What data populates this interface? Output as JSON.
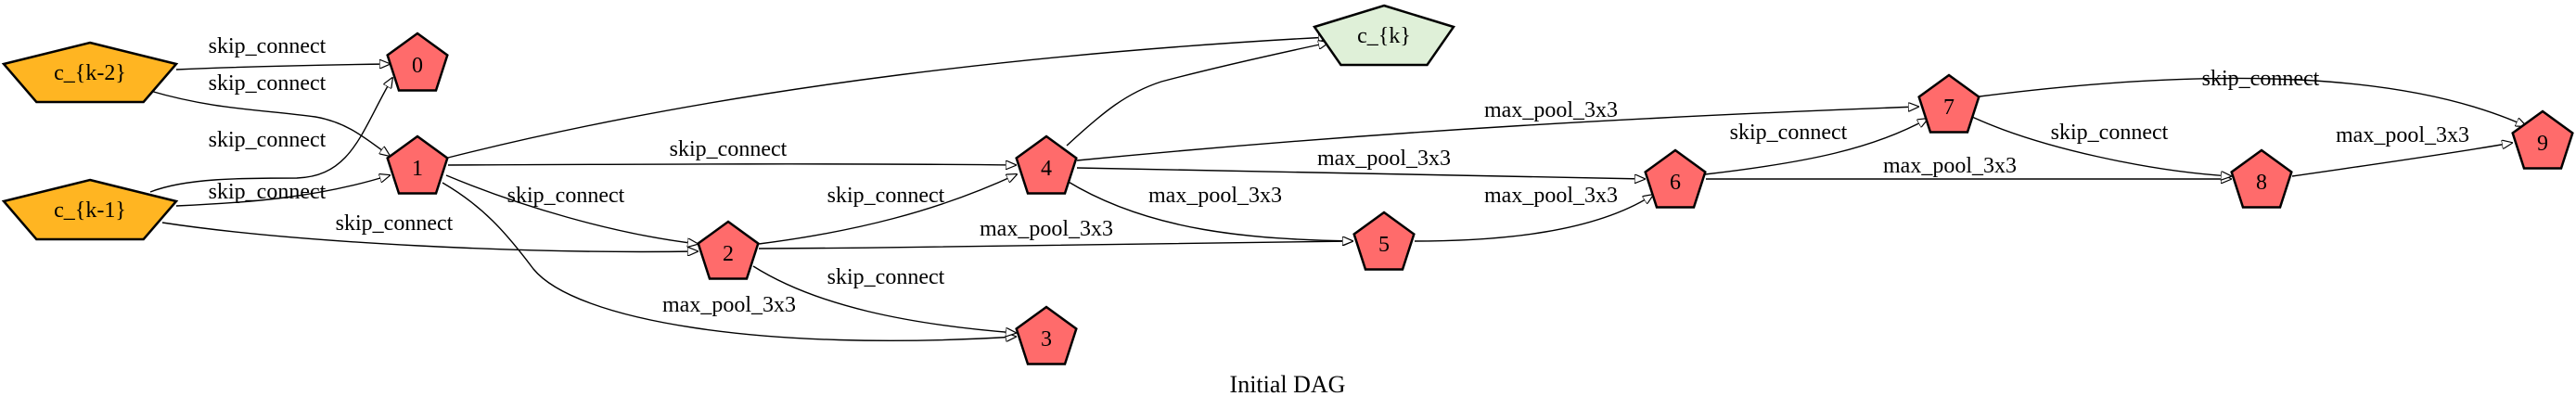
{
  "diagram": {
    "caption": "Initial DAG",
    "colors": {
      "input_node": "#ffb522",
      "op_node": "#ff6b6b",
      "output_node": "#dff0d8",
      "stroke": "#000000"
    },
    "nodes": [
      {
        "id": "ck2",
        "label": "c_{k-2}",
        "kind": "input"
      },
      {
        "id": "ck1",
        "label": "c_{k-1}",
        "kind": "input"
      },
      {
        "id": "n0",
        "label": "0",
        "kind": "op"
      },
      {
        "id": "n1",
        "label": "1",
        "kind": "op"
      },
      {
        "id": "n2",
        "label": "2",
        "kind": "op"
      },
      {
        "id": "n3",
        "label": "3",
        "kind": "op"
      },
      {
        "id": "n4",
        "label": "4",
        "kind": "op"
      },
      {
        "id": "n5",
        "label": "5",
        "kind": "op"
      },
      {
        "id": "n6",
        "label": "6",
        "kind": "op"
      },
      {
        "id": "n7",
        "label": "7",
        "kind": "op"
      },
      {
        "id": "n8",
        "label": "8",
        "kind": "op"
      },
      {
        "id": "n9",
        "label": "9",
        "kind": "op"
      },
      {
        "id": "ck",
        "label": "c_{k}",
        "kind": "output"
      }
    ],
    "edges": [
      {
        "id": "e-ck2-n0",
        "from": "ck2",
        "to": "n0",
        "label": "skip_connect"
      },
      {
        "id": "e-ck2-n1",
        "from": "ck2",
        "to": "n1",
        "label": "skip_connect"
      },
      {
        "id": "e-ck1-n0",
        "from": "ck1",
        "to": "n0",
        "label": "skip_connect"
      },
      {
        "id": "e-ck1-n1",
        "from": "ck1",
        "to": "n1",
        "label": "skip_connect"
      },
      {
        "id": "e-ck1-n2",
        "from": "ck1",
        "to": "n2",
        "label": "skip_connect"
      },
      {
        "id": "e-n1-n2",
        "from": "n1",
        "to": "n2",
        "label": "skip_connect"
      },
      {
        "id": "e-n1-n3",
        "from": "n1",
        "to": "n3",
        "label": "max_pool_3x3"
      },
      {
        "id": "e-n1-n4",
        "from": "n1",
        "to": "n4",
        "label": "skip_connect"
      },
      {
        "id": "e-n1-ck",
        "from": "n1",
        "to": "ck",
        "label": ""
      },
      {
        "id": "e-n2-n4",
        "from": "n2",
        "to": "n4",
        "label": "skip_connect"
      },
      {
        "id": "e-n2-n3",
        "from": "n2",
        "to": "n3",
        "label": "skip_connect"
      },
      {
        "id": "e-n2-n5",
        "from": "n2",
        "to": "n5",
        "label": "max_pool_3x3"
      },
      {
        "id": "e-n4-ck",
        "from": "n4",
        "to": "ck",
        "label": ""
      },
      {
        "id": "e-n4-n7",
        "from": "n4",
        "to": "n7",
        "label": "max_pool_3x3"
      },
      {
        "id": "e-n4-n6",
        "from": "n4",
        "to": "n6",
        "label": "max_pool_3x3"
      },
      {
        "id": "e-n4-n5",
        "from": "n4",
        "to": "n5",
        "label": "max_pool_3x3"
      },
      {
        "id": "e-n5-n6",
        "from": "n5",
        "to": "n6",
        "label": "max_pool_3x3"
      },
      {
        "id": "e-n6-n7",
        "from": "n6",
        "to": "n7",
        "label": "skip_connect"
      },
      {
        "id": "e-n6-n8",
        "from": "n6",
        "to": "n8",
        "label": "max_pool_3x3"
      },
      {
        "id": "e-n7-n9",
        "from": "n7",
        "to": "n9",
        "label": "skip_connect"
      },
      {
        "id": "e-n7-n8",
        "from": "n7",
        "to": "n8",
        "label": "skip_connect"
      },
      {
        "id": "e-n8-n9",
        "from": "n8",
        "to": "n9",
        "label": "max_pool_3x3"
      }
    ]
  }
}
